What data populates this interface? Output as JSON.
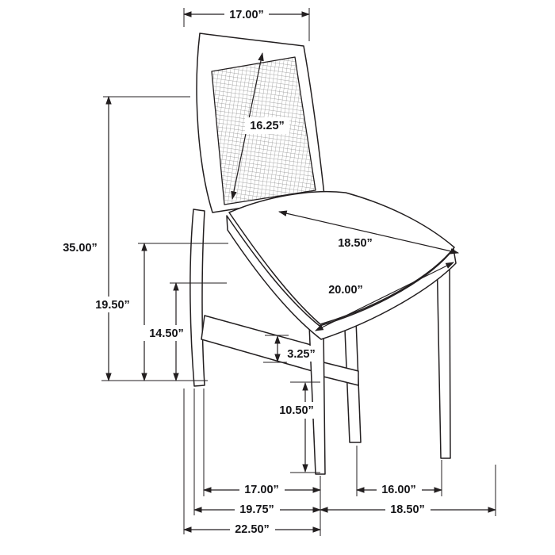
{
  "diagram": {
    "name": "dining-chair-dimension-diagram",
    "unit": "inches",
    "line_color": "#231f20",
    "background": "#ffffff"
  },
  "dims": {
    "back_top_width": "17.00”",
    "back_panel_height": "16.25”",
    "overall_height": "35.00”",
    "back_height_from_floor": "19.50”",
    "seat_area_height": "14.50”",
    "seat_depth": "18.50”",
    "seat_front_width": "20.00”",
    "stretcher_thickness": "3.25”",
    "leg_height": "10.50”",
    "feet_depth_inner": "17.00”",
    "feet_width_right": "16.00”",
    "base_depth": "19.75”",
    "base_width": "18.50”",
    "overall_depth": "22.50”"
  }
}
